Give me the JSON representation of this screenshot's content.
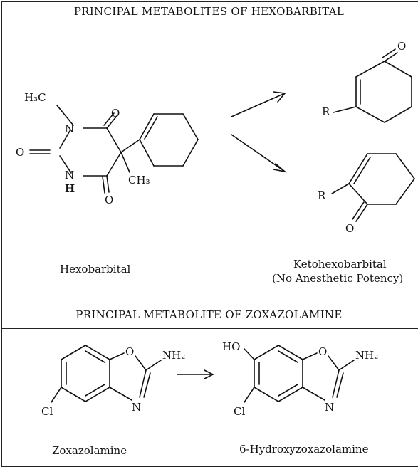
{
  "section1": {
    "title": "PRINCIPAL METABOLITES OF HEXOBARBITAL",
    "substrate_name": "Hexobarbital",
    "product_name": "Ketohexobarbital",
    "product_note": "(No Anesthetic Potency)",
    "atoms": {
      "h3c": "H₃C",
      "n": "N",
      "o": "O",
      "h": "H",
      "ch3": "CH₃",
      "r": "R"
    }
  },
  "section2": {
    "title": "PRINCIPAL METABOLITE OF ZOXAZOLAMINE",
    "substrate_name": "Zoxazolamine",
    "product_name": "6-Hydroxyzoxazolamine",
    "atoms": {
      "o": "O",
      "n": "N",
      "nh2": "NH₂",
      "cl": "Cl",
      "ho": "HO"
    }
  }
}
